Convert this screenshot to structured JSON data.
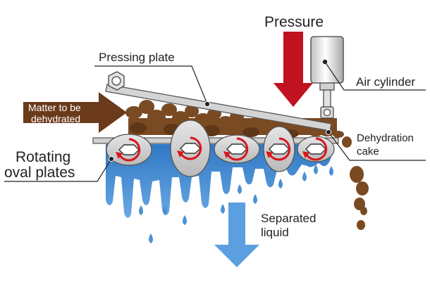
{
  "labels": {
    "pressure": "Pressure",
    "pressing_plate": "Pressing plate",
    "air_cylinder": "Air cylinder",
    "matter_line1": "Matter to be",
    "matter_line2": "dehydrated",
    "dehydration_line1": "Dehydration",
    "dehydration_line2": "cake",
    "rotating_line1": "Rotating",
    "rotating_line2": "oval plates",
    "separated_line1": "Separated",
    "separated_line2": "liquid"
  },
  "colors": {
    "pressure_arrow": "#c0121f",
    "matter_arrow": "#6b3a1a",
    "liquid": "#4a90d4",
    "sludge": "#7a4a22",
    "plate": "#c8c8c8",
    "rotation": "#d8161e"
  },
  "icons": {
    "rotation": "circular-arrow-icon",
    "hex_nut": "hex-nut-icon"
  }
}
